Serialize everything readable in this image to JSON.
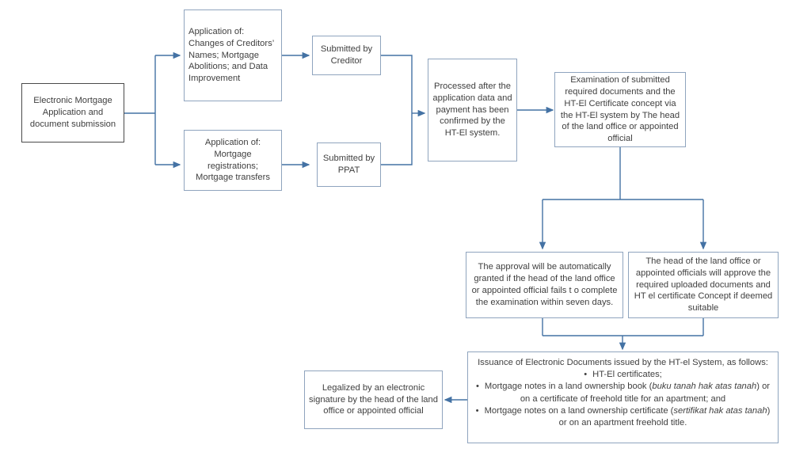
{
  "diagram": {
    "title": "Electronic Mortgage Application Flowchart",
    "colors": {
      "connector": "#4472a4",
      "box_border": "#8fa4be",
      "first_box_border": "#4a4a4a",
      "text": "#404040",
      "background": "#ffffff"
    }
  },
  "nodes": {
    "start": {
      "label": "Electronic Mortgage Application and document submission"
    },
    "application_creditor": {
      "label": "Application of: Changes of Creditors’ Names; Mortgage Abolitions; and Data Improvement"
    },
    "application_ppat": {
      "label": "Application of: Mortgage registrations; Mortgage transfers"
    },
    "submitted_creditor": {
      "label": "Submitted by Creditor"
    },
    "submitted_ppat": {
      "label": "Submitted by PPAT"
    },
    "processed": {
      "label": "Processed after the application data and payment has been confirmed by the HT-El system."
    },
    "examination": {
      "label": "Examination of submitted required documents and the HT-El Certificate concept via the HT-El system by The head of the land office or appointed official"
    },
    "auto_approval": {
      "label": "The approval will be automatically granted if the head of the land office or appointed official fails t o complete the examination within seven days."
    },
    "head_approval": {
      "label": "The head of the land office or appointed officials will approve the required uploaded documents and HT el certificate Concept if deemed suitable"
    },
    "issuance": {
      "lead": "Issuance of Electronic Documents issued by the HT-el System, as follows:",
      "bullet_glyph": "•",
      "items": [
        {
          "parts": [
            {
              "text": "HT-El certificates;",
              "italic": false
            }
          ]
        },
        {
          "parts": [
            {
              "text": "Mortgage notes in a land ownership book (",
              "italic": false
            },
            {
              "text": "buku tanah hak atas tanah",
              "italic": true
            },
            {
              "text": ") or on a certificate of freehold title for an apartment; and",
              "italic": false
            }
          ]
        },
        {
          "parts": [
            {
              "text": "Mortgage notes on a land ownership certificate (",
              "italic": false
            },
            {
              "text": "sertifikat hak atas tanah",
              "italic": true
            },
            {
              "text": ") or on an apartment  freehold title.",
              "italic": false
            }
          ]
        }
      ]
    },
    "legalized": {
      "label": "Legalized by an electronic signature by the head of the land office or appointed official"
    }
  }
}
